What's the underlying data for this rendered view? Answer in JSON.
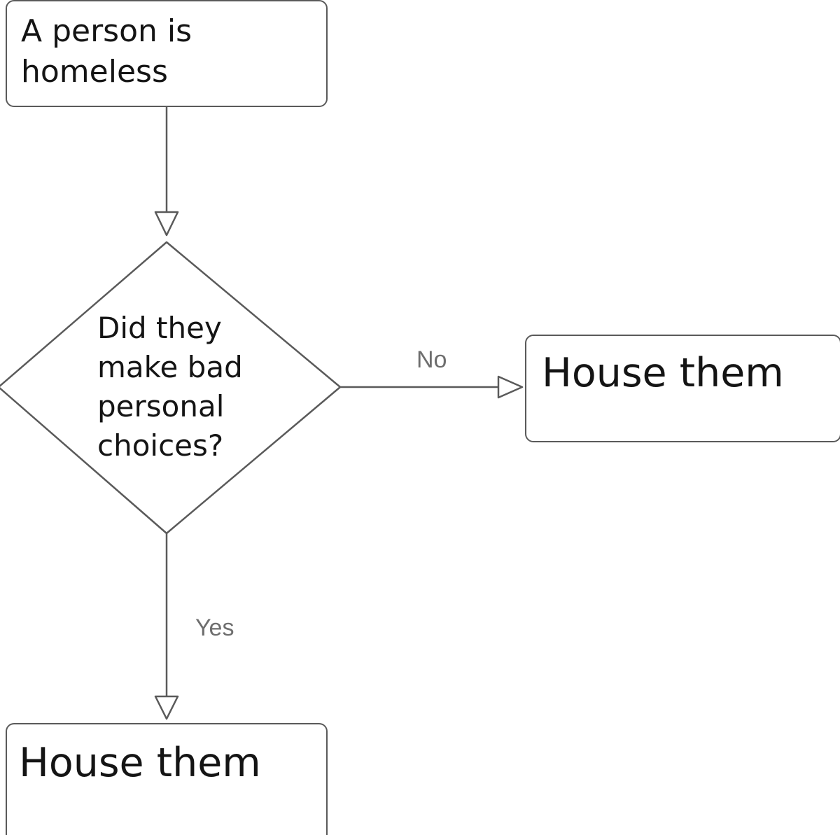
{
  "nodes": {
    "start": {
      "lines": [
        "A person is",
        "homeless"
      ]
    },
    "decision": {
      "lines": [
        "Did they",
        "make bad",
        "personal",
        "choices?"
      ]
    },
    "no_outcome": {
      "text": "House them"
    },
    "yes_outcome": {
      "text": "House them"
    }
  },
  "edges": {
    "no_label": "No",
    "yes_label": "Yes"
  },
  "colors": {
    "stroke": "#5a5a5a",
    "text": "#141414",
    "edge_label": "#6e6e6e",
    "background": "#ffffff"
  }
}
